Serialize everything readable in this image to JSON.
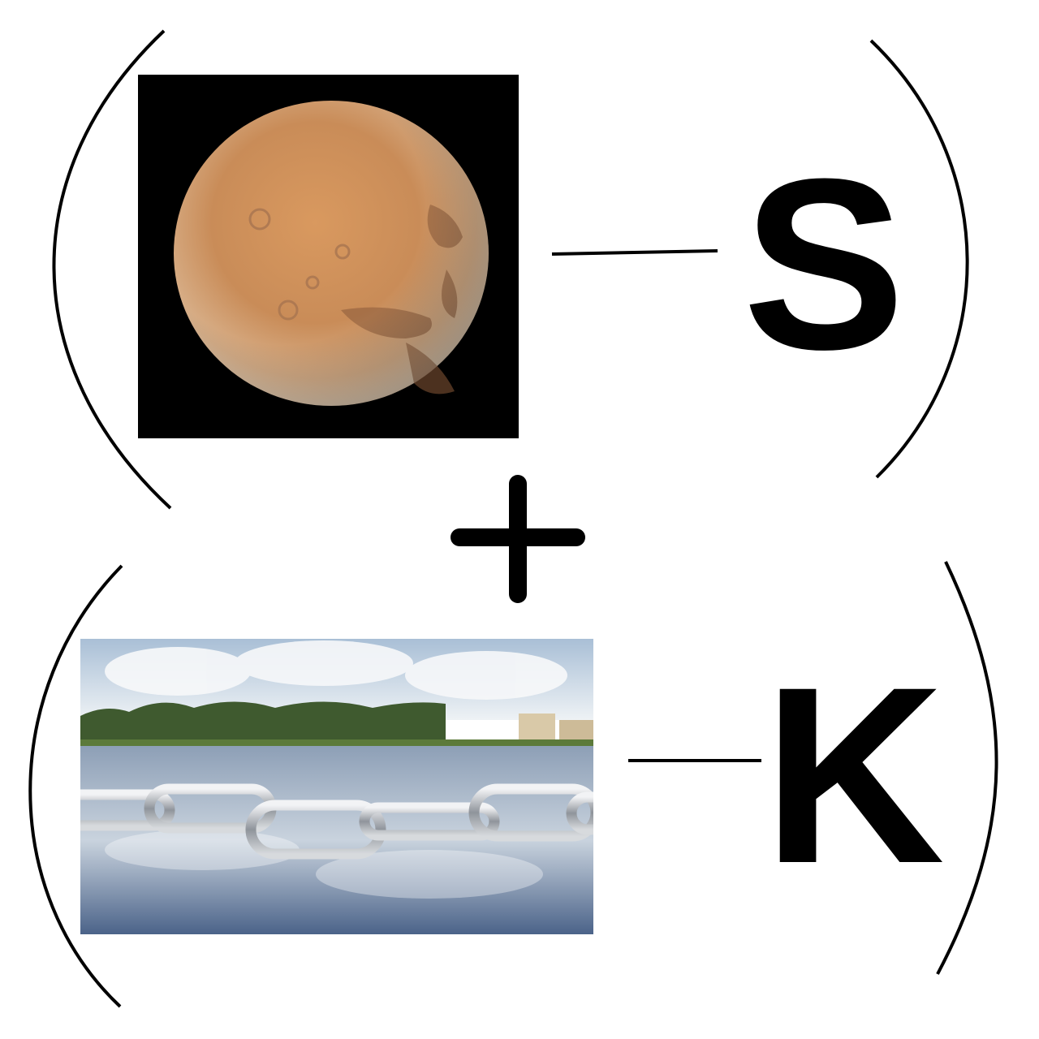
{
  "puzzle": {
    "top_term": {
      "picture": "mars-planet-photo",
      "removed_letter": "S"
    },
    "operator": "+",
    "bottom_term": {
      "picture": "chain-over-lake-photo",
      "removed_letter": "K"
    }
  },
  "colors": {
    "ink": "#000000",
    "background": "#ffffff",
    "mars_surface": "#c98c58",
    "water": "#6f86a8",
    "sky": "#dfe6ee",
    "chain_metal": "#b8bcc2"
  }
}
